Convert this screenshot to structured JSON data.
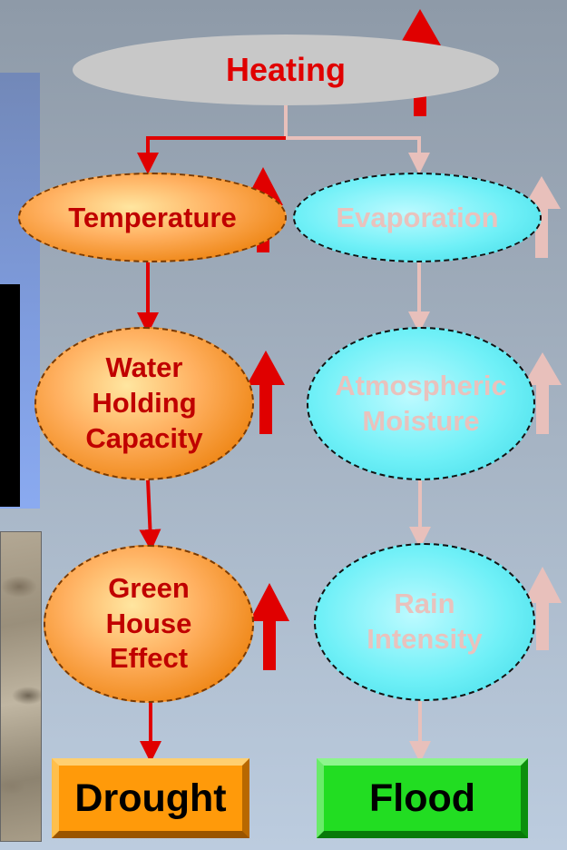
{
  "nodes": {
    "heating": "Heating",
    "temperature": "Temperature",
    "evaporation": "Evaporation",
    "water_holding_capacity": "Water\nHolding\nCapacity",
    "atmospheric_moisture": "Atmospheric\nMoisture",
    "green_house_effect": "Green\nHouse\nEffect",
    "rain_intensity": "Rain\nIntensity"
  },
  "outcomes": {
    "drought": "Drought",
    "flood": "Flood"
  },
  "colors": {
    "left_chain": "#e00000",
    "right_chain": "#e8c0bb",
    "temperature_node": "#f08a1c",
    "evaporation_node": "#6ff0f7",
    "drought_box": "#ff9a0a",
    "flood_box": "#22dd22"
  },
  "indicators": {
    "heating": "increase-arrow-icon",
    "temperature": "increase-arrow-icon",
    "evaporation": "increase-arrow-icon",
    "water_holding_capacity": "increase-arrow-icon",
    "atmospheric_moisture": "increase-arrow-icon",
    "green_house_effect": "increase-arrow-icon",
    "rain_intensity": "increase-arrow-icon"
  }
}
